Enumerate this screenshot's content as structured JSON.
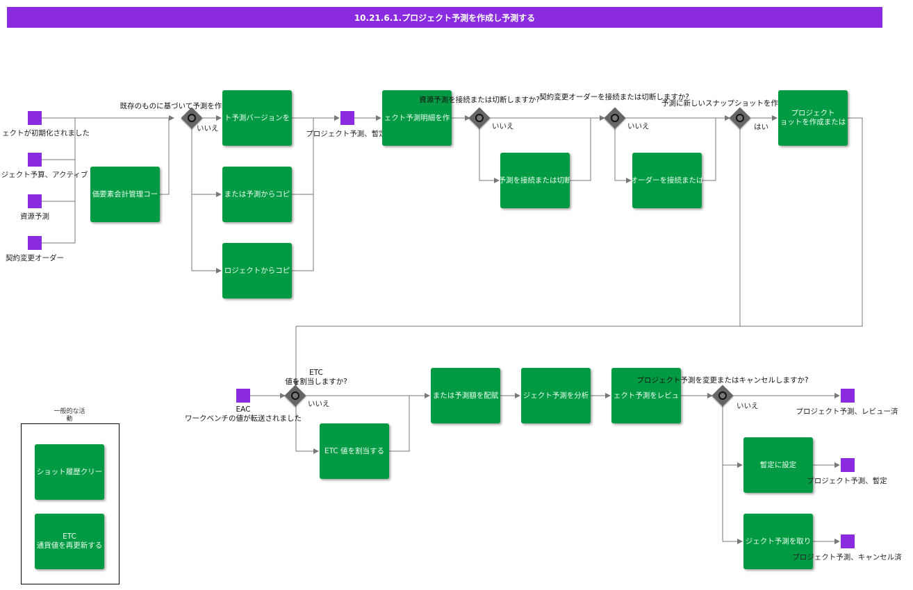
{
  "title": "10.21.6.1.プロジェクト予測を作成し予測する",
  "events": {
    "ev1": "ェクトが初期化されました",
    "ev2": "ジェクト予算、アクティブ",
    "ev3": "資源予測",
    "ev4": "契約変更オーダー",
    "ev5": "プロジェクト予測、暫定",
    "ev6": "EAC\nワークベンチの値が転送されました",
    "ev7": "プロジェクト予測、レビュー済",
    "ev8": "プロジェクト予測、暫定",
    "ev9": "プロジェクト予測、キャンセル済"
  },
  "tasks": {
    "t1": "価要素会計管理コー",
    "t2": "ト予測バージョンを",
    "t3": "または予測からコピ",
    "t4": "ロジェクトからコピ",
    "t5": "ェクト予測明細を作",
    "t6": "予測を接続または切断",
    "t7": "オーダーを接続または",
    "t8": "プロジェクト\nョットを作成または",
    "t9": "ETC 値を割当する",
    "t10": "または予測額を配賦",
    "t11": "ジェクト予測を分析",
    "t12": "ェクト予測をレビュ",
    "t13": "暫定に設定",
    "t14": "ジェクト予測を取り"
  },
  "questions": {
    "g1": "既存のものに基づいて予測を作成しますか?",
    "g2": "資源予測を接続または切断しますか?",
    "g3": "契約変更オーダーを接続または切断しますか?",
    "g4": "予測に新しいスナップショットを作成しますか?",
    "g5": "ETC\n値を割当しますか?",
    "g6": "プロジェクト予測を変更またはキャンセルしますか?"
  },
  "branches": {
    "g1_no": "いいえ",
    "g2_no": "いいえ",
    "g3_no": "いいえ",
    "g4_yes": "はい",
    "g5_no": "いいえ",
    "g6_no": "いいえ"
  },
  "legend": {
    "title": "一般的な活\n動",
    "l1": "ショット履歴クリー",
    "l2": "ETC\n通貨値を再更新する"
  },
  "colors": {
    "header": "#8a2be2",
    "task": "#009a44",
    "event": "#8a2be2",
    "gateway": "#666666",
    "edge": "#777777"
  }
}
